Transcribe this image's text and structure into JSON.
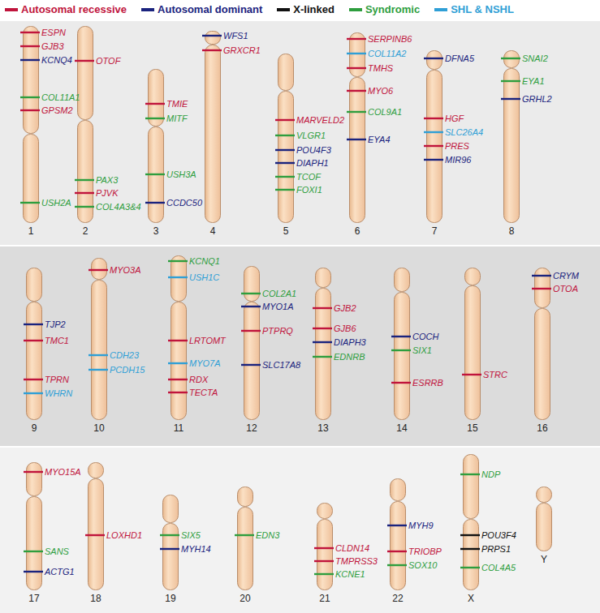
{
  "diagram": {
    "nodes": [
      {
        "text": [
          "1"
        ]
      },
      {
        "text": [
          "2"
        ]
      },
      {
        "text": [
          "3"
        ]
      },
      {
        "text": [
          "4"
        ]
      },
      {
        "text": [
          "5"
        ]
      },
      {
        "text": [
          "6"
        ]
      },
      {
        "text": [
          "7"
        ]
      },
      {
        "text": [
          "8"
        ]
      },
      {
        "text": [
          "9"
        ]
      },
      {
        "text": [
          "10"
        ]
      },
      {
        "text": [
          "11"
        ]
      },
      {
        "text": [
          "12"
        ]
      },
      {
        "text": [
          "13"
        ]
      },
      {
        "text": [
          "14"
        ]
      },
      {
        "text": [
          "15"
        ]
      },
      {
        "text": [
          "16"
        ]
      },
      {
        "text": [
          "17"
        ]
      },
      {
        "text": [
          "18"
        ]
      },
      {
        "text": [
          "19"
        ]
      },
      {
        "text": [
          "20"
        ]
      },
      {
        "text": [
          "21"
        ]
      },
      {
        "text": [
          "22"
        ]
      },
      {
        "text": [
          "X"
        ]
      },
      {
        "text": [
          "Y"
        ]
      }
    ],
    "labels": [
      "ESPN",
      "GJB3",
      "KCNQ4",
      "COL11A1",
      "GPSM2",
      "USH2A",
      "OTOF",
      "PAX3",
      "PJVK",
      "COL4A3&4",
      "TMIE",
      "MITF",
      "USH3A",
      "CCDC50",
      "WFS1",
      "GRXCR1",
      "MARVELD2",
      "VLGR1",
      "POU4F3",
      "DIAPH1",
      "TCOF",
      "FOXI1",
      "SERPINB6",
      "COL11A2",
      "TMHS",
      "MYO6",
      "COL9A1",
      "EYA4",
      "DFNA5",
      "HGF",
      "SLC26A4",
      "PRES",
      "MIR96",
      "SNAI2",
      "EYA1",
      "GRHL2",
      "TJP2",
      "TMC1",
      "TPRN",
      "WHRN",
      "MYO3A",
      "CDH23",
      "PCDH15",
      "KCNQ1",
      "USH1C",
      "LRTOMT",
      "MYO7A",
      "RDX",
      "TECTA",
      "COL2A1",
      "MYO1A",
      "PTPRQ",
      "SLC17A8",
      "GJB2",
      "GJB6",
      "DIAPH3",
      "EDNRB",
      "COCH",
      "SIX1",
      "ESRRB",
      "STRC",
      "CRYM",
      "OTOA",
      "MYO15A",
      "SANS",
      "ACTG1",
      "LOXHD1",
      "SIX5",
      "MYH14",
      "EDN3",
      "CLDN14",
      "TMPRSS3",
      "KCNE1",
      "MYH9",
      "TRIOBP",
      "SOX10",
      "NDP",
      "POU3F4",
      "PRPS1",
      "COL4A5"
    ],
    "legend": [
      {
        "text": "Autosomal recessive",
        "color": "#c0143c"
      },
      {
        "text": "Autosomal dominant",
        "color": "#1a237e"
      },
      {
        "text": "X-linked",
        "color": "#111111"
      },
      {
        "text": "Syndromic",
        "color": "#2e9e3e"
      },
      {
        "text": "SHL & NSHL",
        "color": "#2f9fd6"
      }
    ]
  }
}
